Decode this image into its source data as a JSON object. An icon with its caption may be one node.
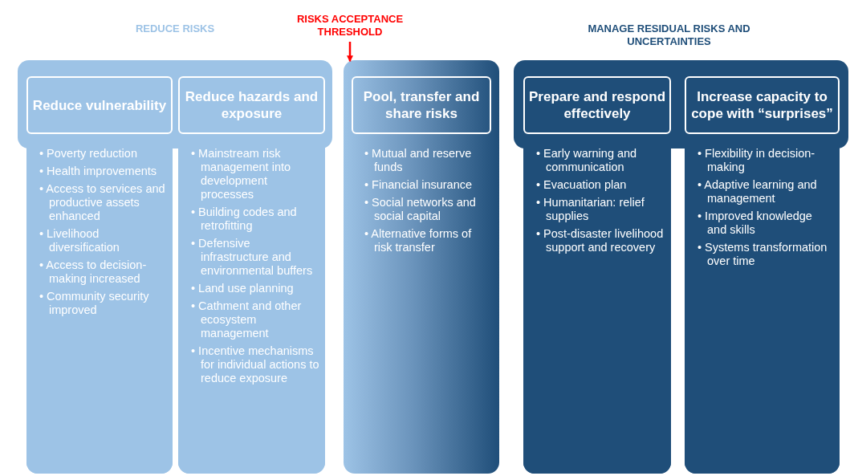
{
  "diagram": {
    "nodes": [
      {
        "text": [
          "REDUCE RISKS"
        ]
      },
      {
        "text": [
          "Reduce vulnerability",
          "• Poverty reduction",
          "• Health improvements",
          "• Access to services and productive assets enhanced",
          "• Livelihood diversification",
          "• Access to decision-making increased",
          "• Community security improved"
        ],
        "in": 0
      },
      {
        "text": [
          "Reduce hazards and exposure",
          "• Mainstream risk management into development processes",
          "• Building codes and retrofitting",
          "• Defensive infrastructure and environmental buffers",
          "• Land use planning",
          "• Cathment and other ecosystem management",
          "• Incentive mechanisms for individual actions to reduce exposure"
        ],
        "in": 0
      },
      {
        "text": [
          "RISKS ACCEPTANCE THRESHOLD"
        ]
      },
      {
        "text": [
          "Pool, transfer and share risks",
          "• Mutual and reserve funds",
          "• Financial insurance",
          "• Social networks and social capital",
          "• Alternative forms of risk transfer"
        ]
      },
      {
        "text": [
          "MANAGE RESIDUAL RISKS AND UNCERTAINTIES"
        ]
      },
      {
        "text": [
          "Prepare and respond effectively",
          "• Early warning and communication",
          "• Evacuation plan",
          "• Humanitarian: relief supplies",
          "• Post-disaster livelihood support and recovery"
        ],
        "in": 5
      },
      {
        "text": [
          "Increase capacity to cope with “surprises”",
          "• Flexibility in decision-making",
          "• Adaptive learning and management",
          "• Improved knowledge and skills",
          "• Systems transformation over time"
        ],
        "in": 5
      }
    ],
    "edges": [
      {
        "from": 3,
        "to": 4,
        "arrow": "to",
        "color": "#ff0000"
      }
    ]
  }
}
